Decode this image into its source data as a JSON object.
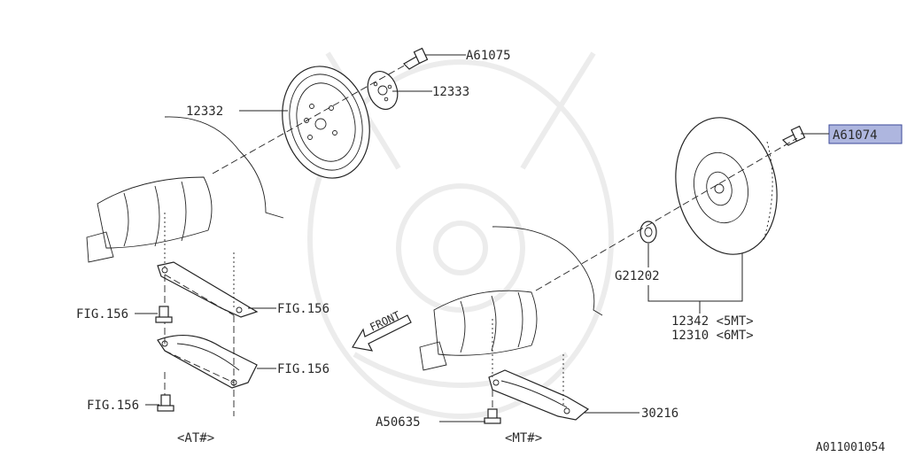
{
  "labels": {
    "a61075": "A61075",
    "p12332": "12332",
    "p12333": "12333",
    "a61074": "A61074",
    "g21202": "G21202",
    "p12342": "12342 <5MT>",
    "p12310": "12310 <6MT>",
    "fig156_a": "FIG.156",
    "fig156_b": "FIG.156",
    "fig156_c": "FIG.156",
    "fig156_d": "FIG.156",
    "a50635": "A50635",
    "p30216": "30216",
    "at": "<AT#>",
    "mt": "<MT#>",
    "front": "FRONT",
    "diagram_id": "A011001054"
  },
  "colors": {
    "highlight_fill": "#aeb6df",
    "highlight_stroke": "#3c4a9a",
    "line": "#222222",
    "watermark": "#ececec"
  }
}
